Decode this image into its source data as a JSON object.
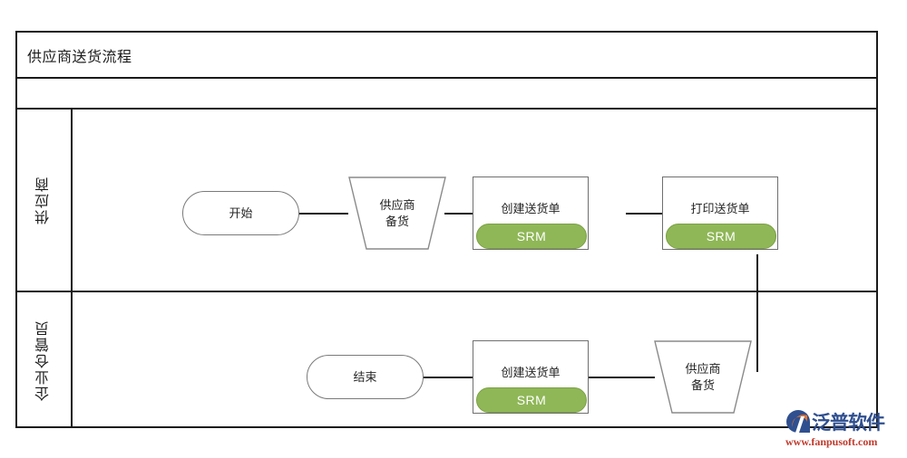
{
  "diagram": {
    "title": "供应商送货流程",
    "type": "swimlane-flowchart",
    "colors": {
      "frame_border": "#1a1a1a",
      "shape_border": "#6f6f6f",
      "badge_fill": "#8fb757",
      "badge_border": "#7ba143",
      "badge_text": "#ffffff",
      "connector": "#1a1a1a",
      "logo_blue": "#2f4f8f",
      "logo_orange": "#e8762c",
      "logo_red": "#c0392b"
    },
    "lanes": [
      {
        "id": "lane-supplier",
        "label": "供应商",
        "nodes": [
          {
            "id": "n1",
            "shape": "terminator",
            "label": "开始"
          },
          {
            "id": "n2",
            "shape": "trapezoid",
            "label_line1": "供应商",
            "label_line2": "备货"
          },
          {
            "id": "n3",
            "shape": "process",
            "label": "创建送货单",
            "badge": "SRM"
          },
          {
            "id": "n4",
            "shape": "process",
            "label": "打印送货单",
            "badge": "SRM"
          }
        ]
      },
      {
        "id": "lane-warehouse",
        "label": "企业仓管员",
        "nodes": [
          {
            "id": "n5",
            "shape": "terminator",
            "label": "结束"
          },
          {
            "id": "n6",
            "shape": "process",
            "label": "创建送货单",
            "badge": "SRM"
          },
          {
            "id": "n7",
            "shape": "trapezoid",
            "label_line1": "供应商",
            "label_line2": "备货"
          }
        ]
      }
    ],
    "connectors": [
      {
        "from": "n1",
        "to": "n2",
        "orientation": "horizontal"
      },
      {
        "from": "n2",
        "to": "n3",
        "orientation": "horizontal"
      },
      {
        "from": "n3",
        "to": "n4",
        "orientation": "horizontal"
      },
      {
        "from": "n4",
        "to": "n7",
        "orientation": "vertical"
      },
      {
        "from": "n7",
        "to": "n6",
        "orientation": "horizontal"
      },
      {
        "from": "n6",
        "to": "n5",
        "orientation": "horizontal"
      }
    ]
  },
  "watermark": {
    "brand": "泛普软件",
    "url": "www.fanpusoft.com"
  }
}
